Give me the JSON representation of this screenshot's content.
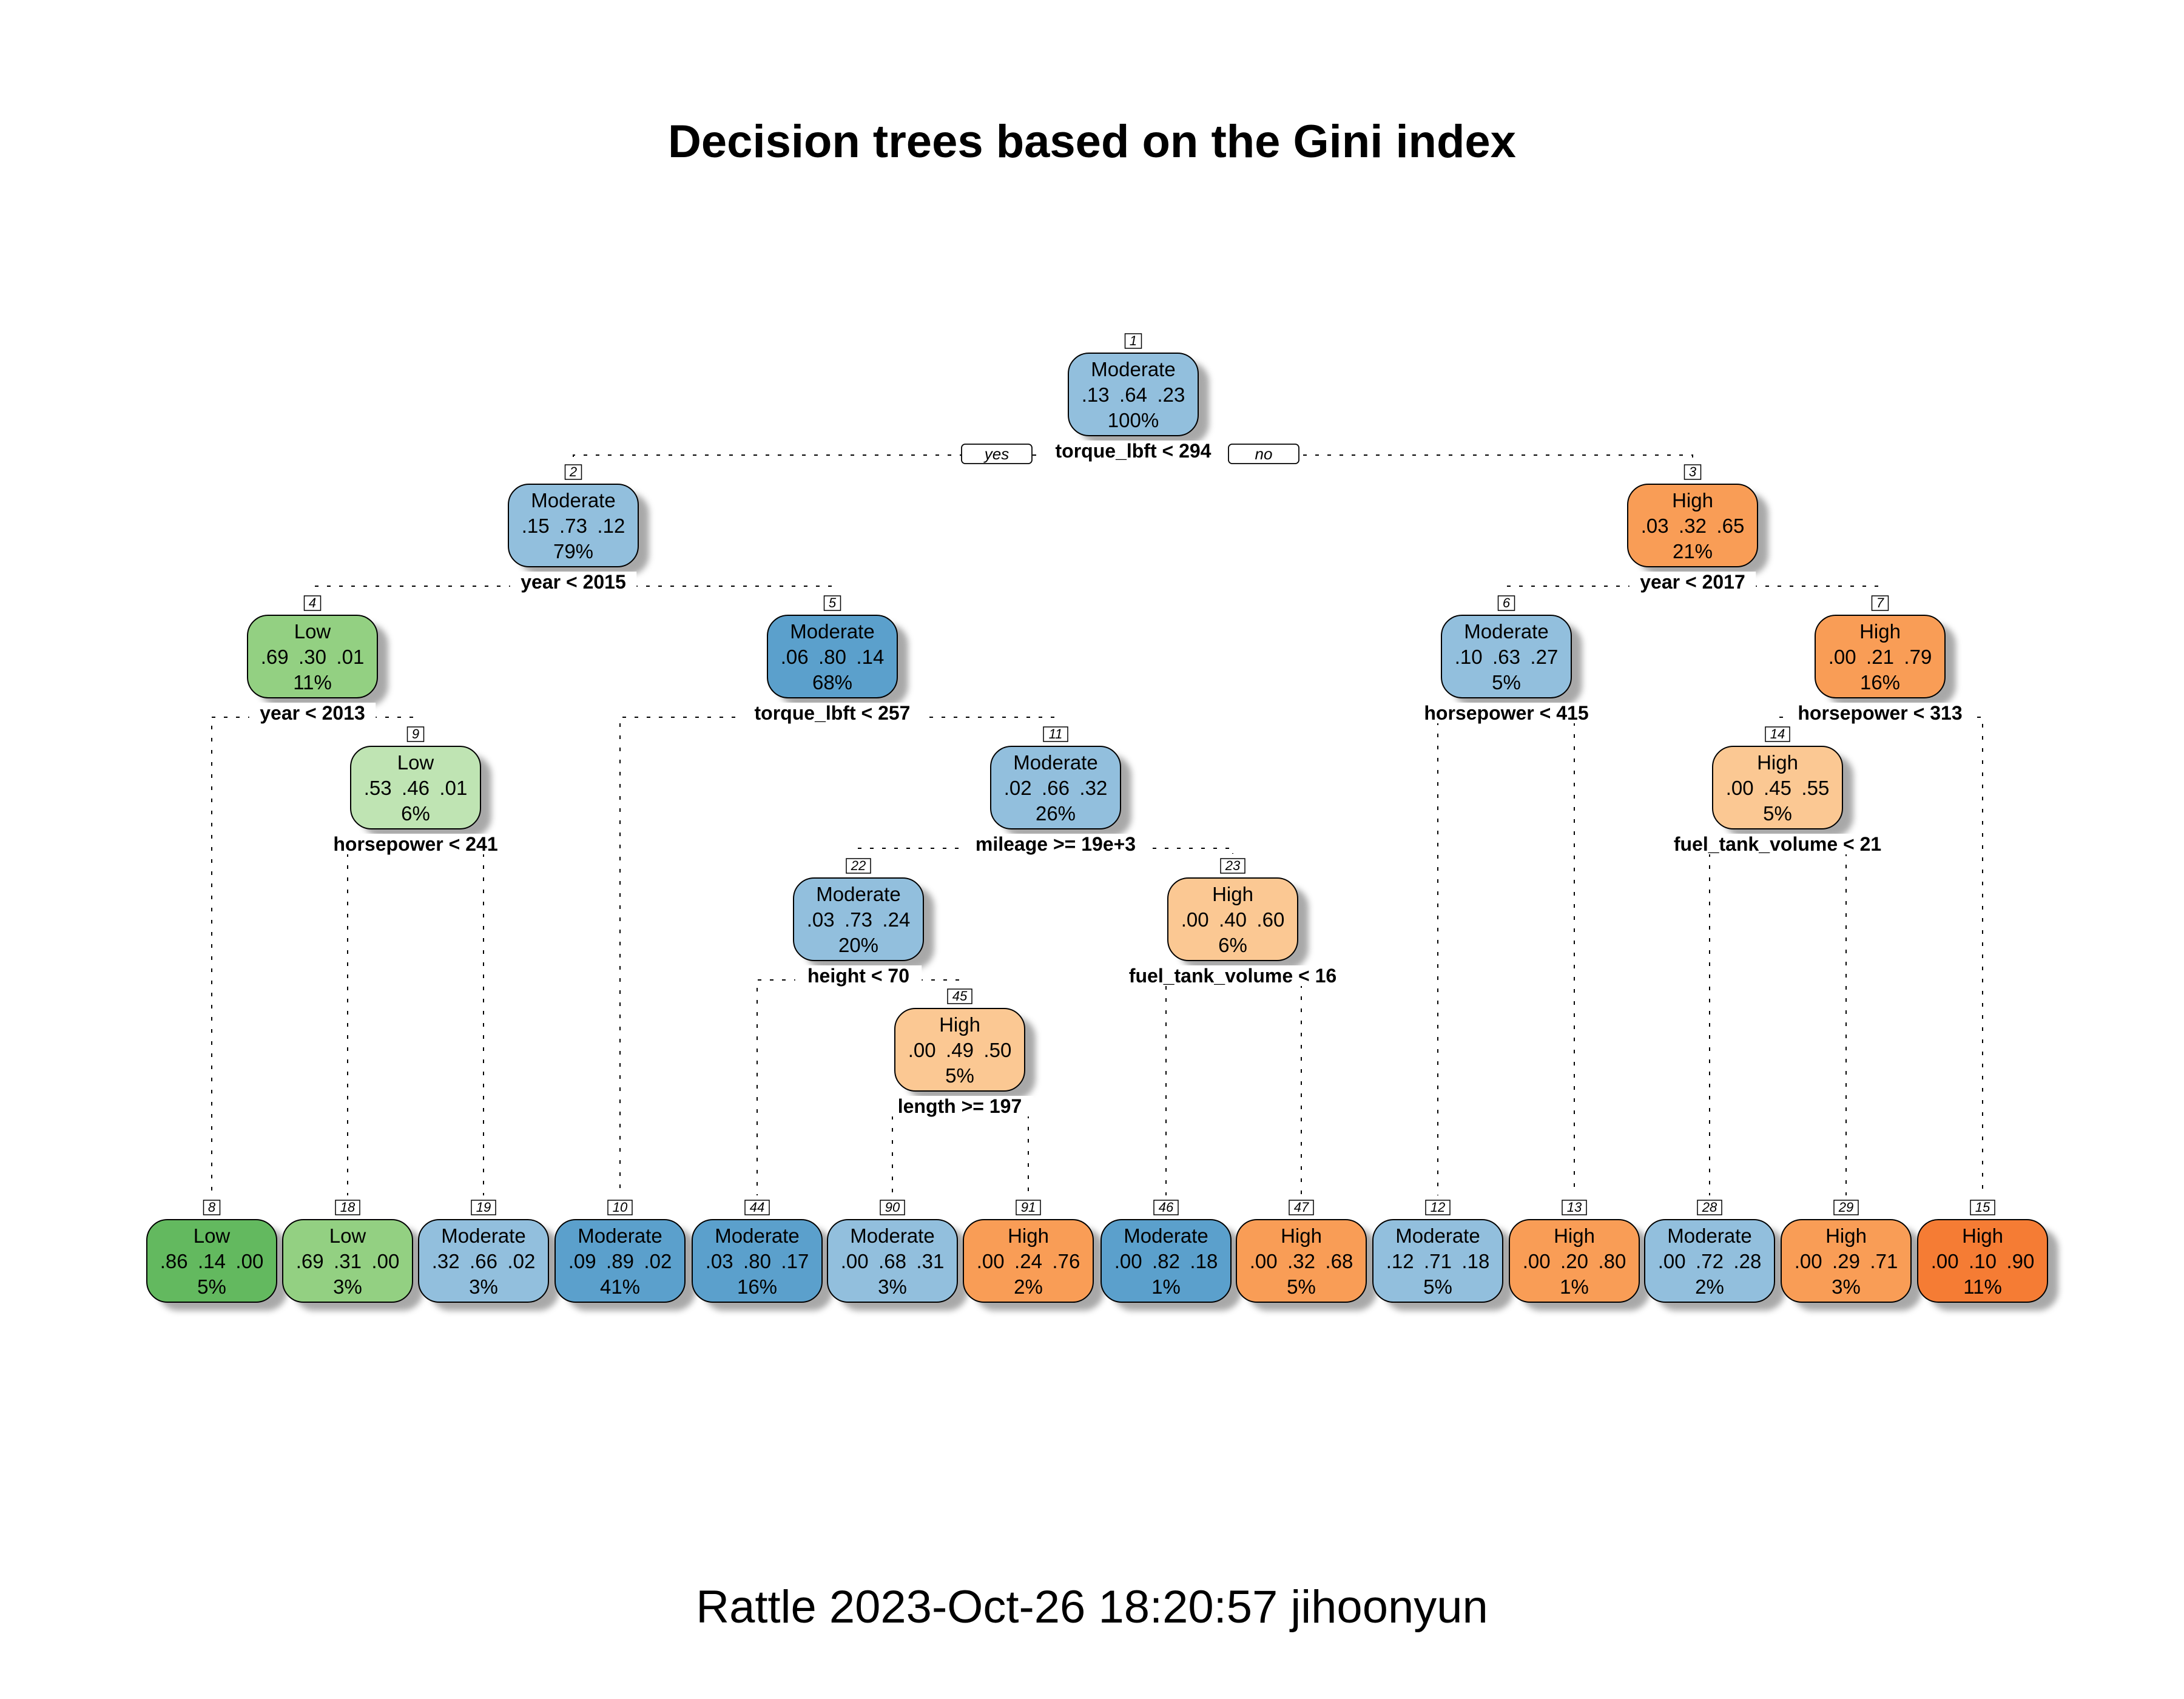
{
  "title": "Decision trees based on the Gini index",
  "footer": "Rattle 2023-Oct-26 18:20:57 jihoonyun",
  "branch_labels": {
    "yes": "yes",
    "no": "no"
  },
  "class_colors": {
    "Low": [
      "#bfe4b3",
      "#93d082",
      "#63b95f"
    ],
    "Moderate": [
      "#92bfdd",
      "#5ba0cc"
    ],
    "High": [
      "#fbc893",
      "#f99d56",
      "#f57c34"
    ]
  },
  "nodes": [
    {
      "id": "1",
      "class": "Moderate",
      "probs": ".13  .64  .23",
      "pct": "100%",
      "split": "torque_lbft < 294",
      "shade": 0
    },
    {
      "id": "2",
      "class": "Moderate",
      "probs": ".15  .73  .12",
      "pct": "79%",
      "split": "year < 2015",
      "shade": 0
    },
    {
      "id": "3",
      "class": "High",
      "probs": ".03  .32  .65",
      "pct": "21%",
      "split": "year < 2017",
      "shade": 1
    },
    {
      "id": "4",
      "class": "Low",
      "probs": ".69  .30  .01",
      "pct": "11%",
      "split": "year < 2013",
      "shade": 1
    },
    {
      "id": "5",
      "class": "Moderate",
      "probs": ".06  .80  .14",
      "pct": "68%",
      "split": "torque_lbft < 257",
      "shade": 1
    },
    {
      "id": "6",
      "class": "Moderate",
      "probs": ".10  .63  .27",
      "pct": "5%",
      "split": "horsepower < 415",
      "shade": 0
    },
    {
      "id": "7",
      "class": "High",
      "probs": ".00  .21  .79",
      "pct": "16%",
      "split": "horsepower < 313",
      "shade": 1
    },
    {
      "id": "9",
      "class": "Low",
      "probs": ".53  .46  .01",
      "pct": "6%",
      "split": "horsepower < 241",
      "shade": 0
    },
    {
      "id": "11",
      "class": "Moderate",
      "probs": ".02  .66  .32",
      "pct": "26%",
      "split": "mileage >= 19e+3",
      "shade": 0
    },
    {
      "id": "14",
      "class": "High",
      "probs": ".00  .45  .55",
      "pct": "5%",
      "split": "fuel_tank_volume < 21",
      "shade": 0
    },
    {
      "id": "22",
      "class": "Moderate",
      "probs": ".03  .73  .24",
      "pct": "20%",
      "split": "height < 70",
      "shade": 0
    },
    {
      "id": "23",
      "class": "High",
      "probs": ".00  .40  .60",
      "pct": "6%",
      "split": "fuel_tank_volume < 16",
      "shade": 0
    },
    {
      "id": "45",
      "class": "High",
      "probs": ".00  .49  .50",
      "pct": "5%",
      "split": "length >= 197",
      "shade": 0
    },
    {
      "id": "8",
      "class": "Low",
      "probs": ".86  .14  .00",
      "pct": "5%",
      "split": "",
      "shade": 2
    },
    {
      "id": "18",
      "class": "Low",
      "probs": ".69  .31  .00",
      "pct": "3%",
      "split": "",
      "shade": 1
    },
    {
      "id": "19",
      "class": "Moderate",
      "probs": ".32  .66  .02",
      "pct": "3%",
      "split": "",
      "shade": 0
    },
    {
      "id": "10",
      "class": "Moderate",
      "probs": ".09  .89  .02",
      "pct": "41%",
      "split": "",
      "shade": 1
    },
    {
      "id": "44",
      "class": "Moderate",
      "probs": ".03  .80  .17",
      "pct": "16%",
      "split": "",
      "shade": 1
    },
    {
      "id": "90",
      "class": "Moderate",
      "probs": ".00  .68  .31",
      "pct": "3%",
      "split": "",
      "shade": 0
    },
    {
      "id": "91",
      "class": "High",
      "probs": ".00  .24  .76",
      "pct": "2%",
      "split": "",
      "shade": 1
    },
    {
      "id": "46",
      "class": "Moderate",
      "probs": ".00  .82  .18",
      "pct": "1%",
      "split": "",
      "shade": 1
    },
    {
      "id": "47",
      "class": "High",
      "probs": ".00  .32  .68",
      "pct": "5%",
      "split": "",
      "shade": 1
    },
    {
      "id": "12",
      "class": "Moderate",
      "probs": ".12  .71  .18",
      "pct": "5%",
      "split": "",
      "shade": 0
    },
    {
      "id": "13",
      "class": "High",
      "probs": ".00  .20  .80",
      "pct": "1%",
      "split": "",
      "shade": 1
    },
    {
      "id": "28",
      "class": "Moderate",
      "probs": ".00  .72  .28",
      "pct": "2%",
      "split": "",
      "shade": 0
    },
    {
      "id": "29",
      "class": "High",
      "probs": ".00  .29  .71",
      "pct": "3%",
      "split": "",
      "shade": 1
    },
    {
      "id": "15",
      "class": "High",
      "probs": ".00  .10  .90",
      "pct": "11%",
      "split": "",
      "shade": 2
    }
  ],
  "edges": [
    [
      "1",
      "2"
    ],
    [
      "1",
      "3"
    ],
    [
      "2",
      "4"
    ],
    [
      "2",
      "5"
    ],
    [
      "3",
      "6"
    ],
    [
      "3",
      "7"
    ],
    [
      "4",
      "8"
    ],
    [
      "4",
      "9"
    ],
    [
      "5",
      "10"
    ],
    [
      "5",
      "11"
    ],
    [
      "6",
      "12"
    ],
    [
      "6",
      "13"
    ],
    [
      "7",
      "14"
    ],
    [
      "7",
      "15"
    ],
    [
      "9",
      "18"
    ],
    [
      "9",
      "19"
    ],
    [
      "11",
      "22"
    ],
    [
      "11",
      "23"
    ],
    [
      "14",
      "28"
    ],
    [
      "14",
      "29"
    ],
    [
      "22",
      "44"
    ],
    [
      "22",
      "45"
    ],
    [
      "23",
      "46"
    ],
    [
      "23",
      "47"
    ],
    [
      "45",
      "90"
    ],
    [
      "45",
      "91"
    ]
  ]
}
